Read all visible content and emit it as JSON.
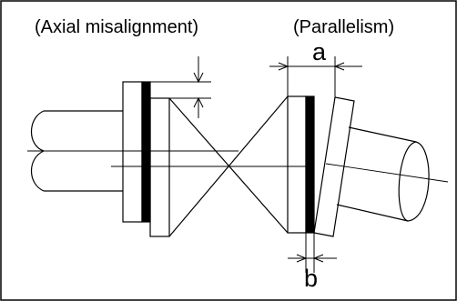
{
  "labels": {
    "axial_misalignment": "(Axial misalignment)",
    "parallelism": "(Parallelism)",
    "dim_a": "a",
    "dim_b": "b"
  },
  "colors": {
    "stroke": "#000000",
    "background": "#ffffff",
    "flange_band": "#000000"
  }
}
